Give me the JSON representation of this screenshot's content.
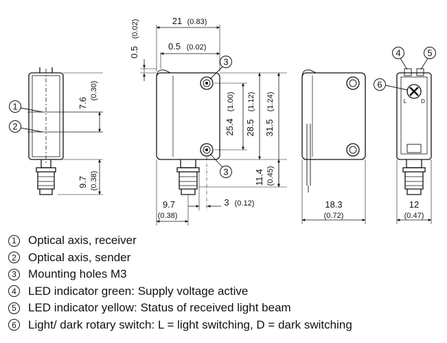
{
  "dimensions": {
    "d21": "21",
    "d21_in": "(0.83)",
    "d05a": "0.5",
    "d05a_in": "(0.02)",
    "d05b": "0.5",
    "d05b_in": "(0.02)",
    "d76": "7.6",
    "d76_in": "(0.30)",
    "d97v": "9.7",
    "d97v_in": "(0.38)",
    "d254": "25.4",
    "d254_in": "(1.00)",
    "d285": "28.5",
    "d285_in": "(1.12)",
    "d315": "31.5",
    "d315_in": "(1.24)",
    "d114": "11.4",
    "d114_in": "(0.45)",
    "d97h": "9.7",
    "d97h_in": "(0.38)",
    "d3": "3",
    "d3_in": "(0.12)",
    "d183": "18.3",
    "d183_in": "(0.72)",
    "d12": "12",
    "d12_in": "(0.47)"
  },
  "callouts": {
    "c1": "1",
    "c2": "2",
    "c3a": "3",
    "c3b": "3",
    "c4": "4",
    "c5": "5",
    "c6": "6"
  },
  "switch_labels": {
    "l": "L",
    "d": "D"
  },
  "legend": [
    {
      "num": "1",
      "text": "Optical axis, receiver"
    },
    {
      "num": "2",
      "text": "Optical axis, sender"
    },
    {
      "num": "3",
      "text": "Mounting holes M3"
    },
    {
      "num": "4",
      "text": "LED indicator green: Supply voltage active"
    },
    {
      "num": "5",
      "text": "LED indicator yellow: Status of received light beam"
    },
    {
      "num": "6",
      "text": "Light/ dark rotary switch: L = light switching, D = dark switching"
    }
  ]
}
